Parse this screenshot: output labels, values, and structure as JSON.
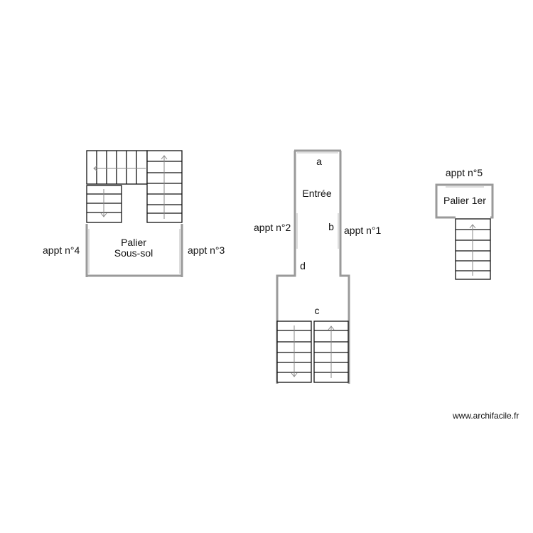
{
  "plan": {
    "basement": {
      "room_label_line1": "Palier",
      "room_label_line2": "Sous-sol",
      "left_label": "appt n°4",
      "right_label": "appt n°3"
    },
    "ground": {
      "room_label": "Entrée",
      "point_a": "a",
      "point_b": "b",
      "point_c": "c",
      "point_d": "d",
      "left_label": "appt n°2",
      "right_label": "appt n°1"
    },
    "first_floor": {
      "room_label": "Palier 1er",
      "top_label": "appt n°5"
    }
  },
  "watermark": "www.archifacile.fr",
  "colors": {
    "wall": "#9a9a9a",
    "stair_line": "#111111",
    "arrow": "#888888"
  }
}
